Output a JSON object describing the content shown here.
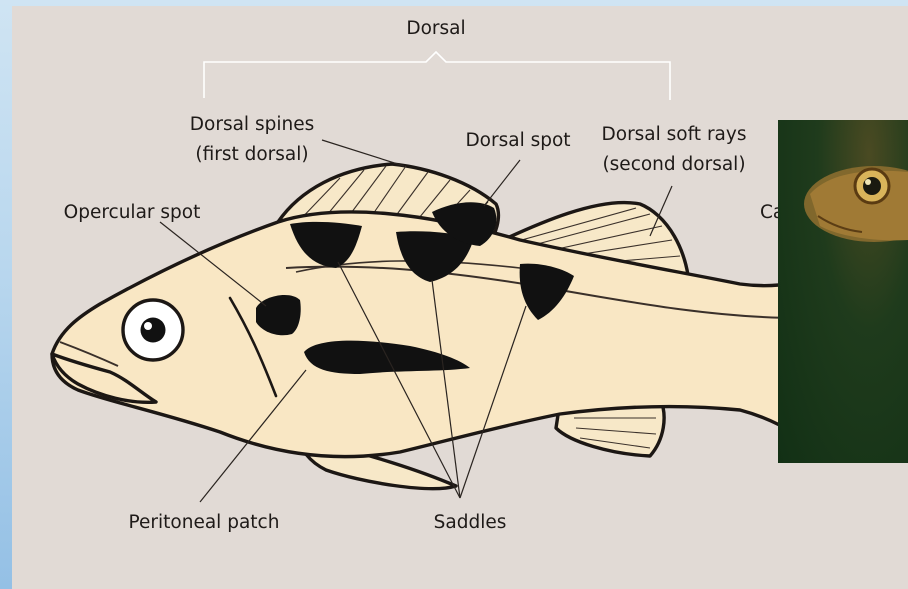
{
  "labels": {
    "dorsal": "Dorsal",
    "dorsal_spines_1": "Dorsal spines",
    "dorsal_spines_2": "(first dorsal)",
    "dorsal_spot": "Dorsal spot",
    "dorsal_soft_1": "Dorsal soft rays",
    "dorsal_soft_2": "(second dorsal)",
    "opercular_spot": "Opercular spot",
    "caudal_partial": "Ca",
    "peritoneal_patch": "Peritoneal patch",
    "saddles": "Saddles"
  },
  "colors": {
    "panel": "#e1dad5",
    "fish_body": "#f9e7c4",
    "markings": "#111111",
    "outline": "#1c1714"
  },
  "photo": {
    "subject": "rockfish-head-photo"
  }
}
